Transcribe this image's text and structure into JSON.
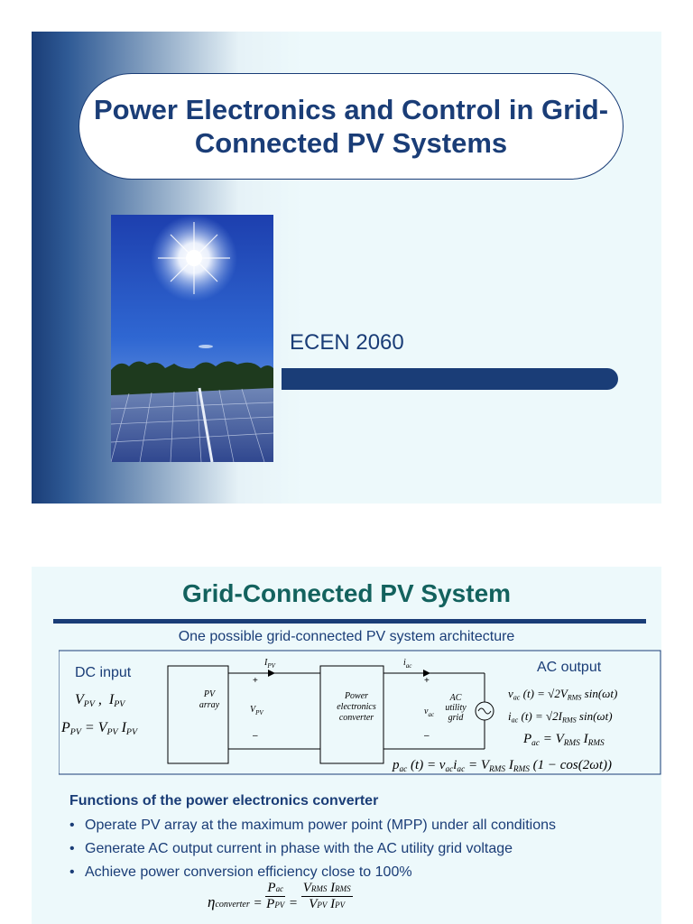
{
  "slide1": {
    "title": "Power Electronics and Control in Grid-Connected PV Systems",
    "course": "ECEN 2060",
    "photo": "solar-panel-array-under-sun"
  },
  "slide2": {
    "title": "Grid-Connected PV System",
    "subtitle": "One possible grid-connected PV system architecture",
    "dc_label": "DC input",
    "ac_label": "AC output",
    "diagram": {
      "pv_block": [
        "PV",
        "array"
      ],
      "converter_block": [
        "Power",
        "electronics",
        "converter"
      ],
      "grid_block": [
        "AC",
        "utility",
        "grid"
      ],
      "i_pv": "I",
      "i_pv_sub": "PV",
      "v_pv": "V",
      "v_pv_sub": "PV",
      "i_ac": "i",
      "i_ac_sub": "ac",
      "v_ac": "v",
      "v_ac_sub": "ac",
      "plus": "+",
      "minus": "–"
    },
    "heading": "Functions of the power electronics converter",
    "bullets": [
      "Operate PV array at the maximum power point (MPP) under all conditions",
      "Generate AC output current in phase with the AC utility grid voltage",
      "Achieve power conversion efficiency close to 100%"
    ]
  }
}
